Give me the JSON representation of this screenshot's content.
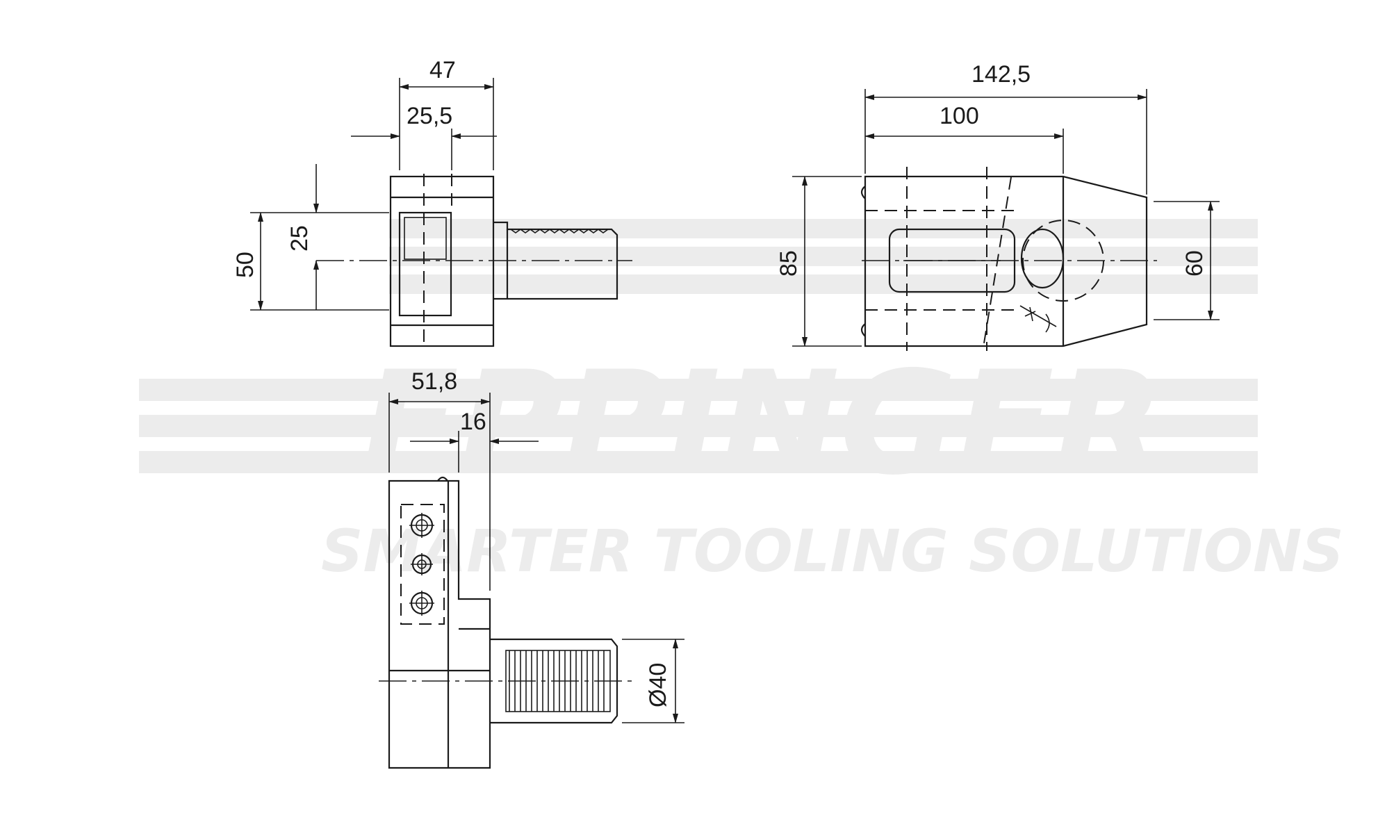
{
  "watermark": {
    "brand": "EPPINGER",
    "slogan": "SMARTER TOOLING SOLUTIONS"
  },
  "dimensions": {
    "front_width": "47",
    "front_offset": "25,5",
    "front_height": "50",
    "front_half": "25",
    "side_length_total": "142,5",
    "side_length_body": "100",
    "side_height": "85",
    "side_taper_height": "60",
    "bottom_width": "51,8",
    "bottom_offset": "16",
    "shank_diameter": "Ø40"
  }
}
